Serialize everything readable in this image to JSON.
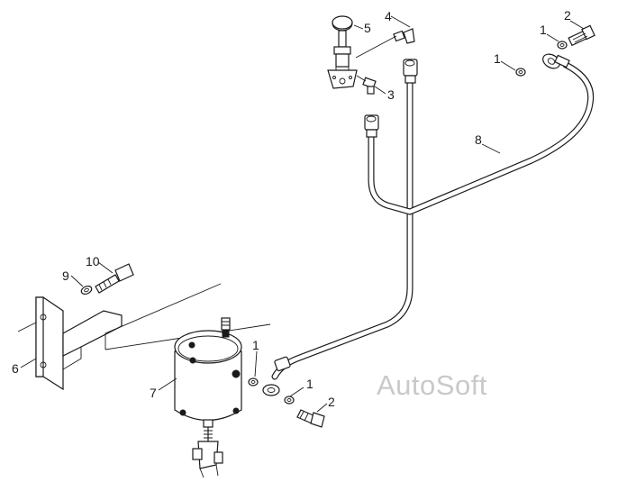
{
  "callouts": [
    {
      "id": "c1a",
      "text": "1"
    },
    {
      "id": "c1b",
      "text": "1"
    },
    {
      "id": "c1c",
      "text": "1"
    },
    {
      "id": "c1d",
      "text": "1"
    },
    {
      "id": "c2a",
      "text": "2"
    },
    {
      "id": "c2b",
      "text": "2"
    },
    {
      "id": "c3",
      "text": "3"
    },
    {
      "id": "c4",
      "text": "4"
    },
    {
      "id": "c5",
      "text": "5"
    },
    {
      "id": "c6",
      "text": "6"
    },
    {
      "id": "c7",
      "text": "7"
    },
    {
      "id": "c8",
      "text": "8"
    },
    {
      "id": "c9",
      "text": "9"
    },
    {
      "id": "c10",
      "text": "10"
    }
  ],
  "watermark": "AutoSoft"
}
